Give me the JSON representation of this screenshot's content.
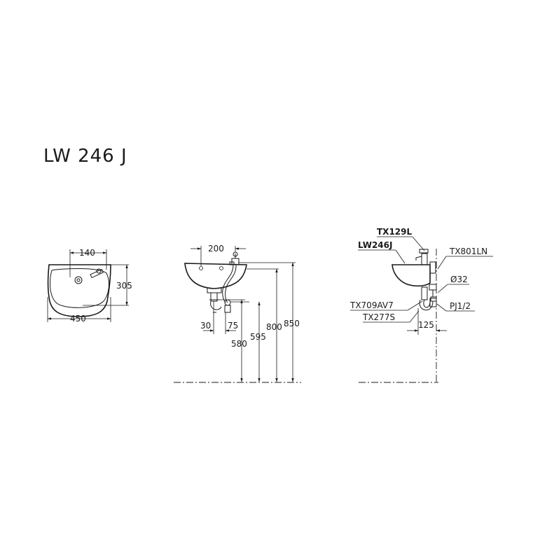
{
  "title": "LW 246 J",
  "top_view": {
    "dims": {
      "tap_width": "140",
      "depth": "305",
      "width": "450"
    }
  },
  "front_view": {
    "dims": {
      "tap_spacing": "200",
      "drain_offset": "30",
      "trap_offset": "75",
      "h580": "580",
      "h595": "595",
      "h800": "800",
      "h850": "850"
    }
  },
  "side_view": {
    "labels": {
      "faucet": "TX129L",
      "basin": "LW246J",
      "bracket": "TX801LN",
      "pipe_dia": "Ø32",
      "angle_valve": "TX709AV7",
      "trap": "TX277S",
      "supply": "PJ1/2"
    },
    "dims": {
      "wall_offset": "125"
    }
  }
}
